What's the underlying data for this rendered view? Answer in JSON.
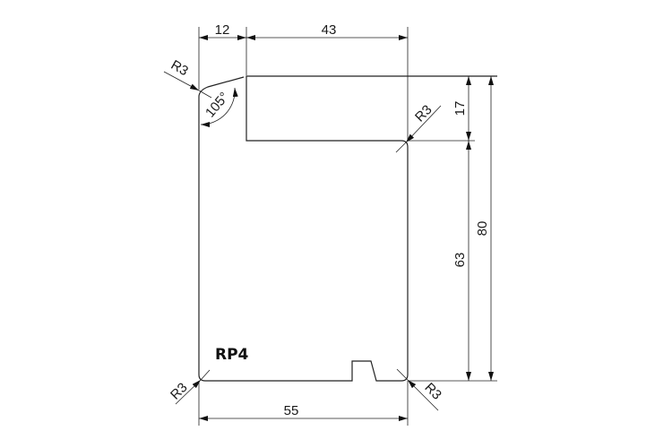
{
  "part_label": "RP4",
  "dimensions": {
    "top_left_width": "12",
    "top_right_width": "43",
    "bottom_width": "55",
    "step_height": "17",
    "body_height": "63",
    "total_height": "80",
    "angle": "105°",
    "radius_top_left": "R3",
    "radius_step": "R3",
    "radius_bottom_left": "R3",
    "radius_bottom_right": "R3"
  }
}
